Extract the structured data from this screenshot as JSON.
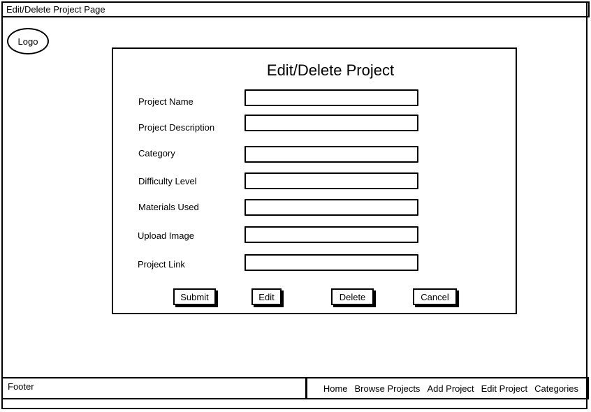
{
  "window": {
    "title": "Edit/Delete Project Page"
  },
  "header": {
    "logo": "Logo"
  },
  "form": {
    "title": "Edit/Delete Project",
    "fields": [
      {
        "label": "Project Name",
        "value": "",
        "placeholder": ""
      },
      {
        "label": "Project Description",
        "value": "",
        "placeholder": ""
      },
      {
        "label": "Category",
        "value": "",
        "placeholder": ""
      },
      {
        "label": "Difficulty Level",
        "value": "",
        "placeholder": ""
      },
      {
        "label": "Materials Used",
        "value": "",
        "placeholder": ""
      },
      {
        "label": "Upload Image",
        "value": "",
        "placeholder": ""
      },
      {
        "label": "Project Link",
        "value": "",
        "placeholder": ""
      }
    ],
    "buttons": {
      "submit": "Submit",
      "edit": "Edit",
      "delete": "Delete",
      "cancel": "Cancel"
    }
  },
  "footer": {
    "label": "Footer",
    "nav": [
      "Home",
      "Browse Projects",
      "Add Project",
      "Edit Project",
      "Categories"
    ]
  }
}
